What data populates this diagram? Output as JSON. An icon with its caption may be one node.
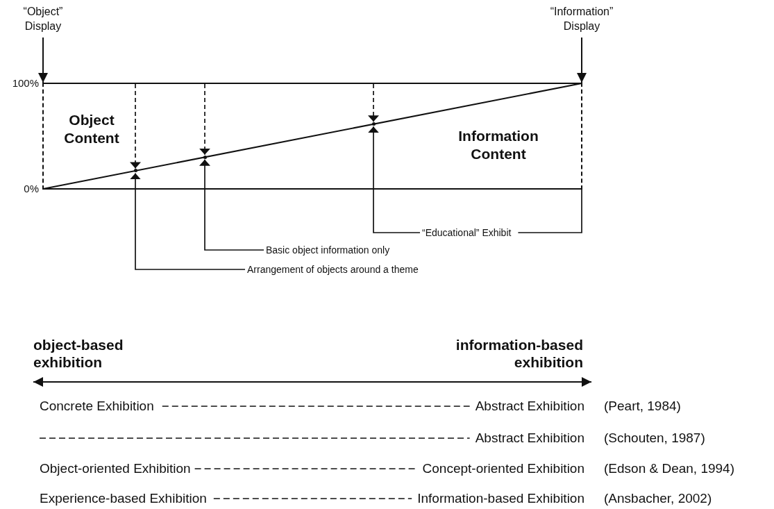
{
  "diagram": {
    "nodes": [
      {
        "text": [
          "“Object” Display"
        ]
      },
      {
        "text": [
          "“Information” Display"
        ]
      },
      {
        "text": [],
        "shape": "box"
      },
      {
        "text": [
          "Arrangement of objects around a theme"
        ]
      },
      {
        "text": [
          "Basic object information only"
        ]
      },
      {
        "text": [
          "“Educational” Exhibit"
        ]
      },
      {
        "text": [
          "object-based exhibition"
        ]
      },
      {
        "text": [
          "information-based exhibition"
        ]
      },
      {
        "text": [
          "Concrete Exhibition"
        ]
      },
      {
        "text": [
          "Abstract Exhibition"
        ]
      },
      {
        "text": [
          "Abstract Exhibition"
        ]
      },
      {
        "text": [
          "Object-oriented Exhibition"
        ]
      },
      {
        "text": [
          "Concept-oriented Exhibition"
        ]
      },
      {
        "text": [
          "Experience-based Exhibition"
        ]
      },
      {
        "text": [
          "Information-based Exhibition"
        ]
      },
      {
        "text": [],
        "shape": "point",
        "in": 2
      },
      {
        "text": [],
        "shape": "point",
        "in": 2
      },
      {
        "text": [],
        "shape": "point",
        "in": 2
      }
    ],
    "edges": [
      {
        "from": 0,
        "to": 2,
        "arrow": "to"
      },
      {
        "from": 1,
        "to": 2,
        "arrow": "to"
      },
      {
        "from": 2,
        "to": 15,
        "arrow": "to",
        "style": "dashed"
      },
      {
        "from": 2,
        "to": 16,
        "arrow": "to",
        "style": "dashed"
      },
      {
        "from": 2,
        "to": 17,
        "arrow": "to",
        "style": "dashed"
      },
      {
        "from": 3,
        "to": 15,
        "arrow": "to"
      },
      {
        "from": 4,
        "to": 16,
        "arrow": "to"
      },
      {
        "from": 5,
        "to": 17,
        "arrow": "to"
      },
      {
        "from": 5,
        "to": 2,
        "arrow": "none"
      },
      {
        "from": 6,
        "to": 7,
        "arrow": "both"
      },
      {
        "from": 8,
        "to": 9,
        "arrow": "none",
        "style": "dashed"
      },
      {
        "from": null,
        "to": 10,
        "arrow": "none",
        "style": "dashed"
      },
      {
        "from": 11,
        "to": 12,
        "arrow": "none",
        "style": "dashed"
      },
      {
        "from": 13,
        "to": 14,
        "arrow": "none",
        "style": "dashed"
      }
    ],
    "labels": [
      "100%",
      "0%",
      "Object Content",
      "Information Content",
      "(Peart, 1984)",
      "(Schouten, 1987)",
      "(Edson & Dean, 1994)",
      "(Ansbacher, 2002)"
    ]
  }
}
